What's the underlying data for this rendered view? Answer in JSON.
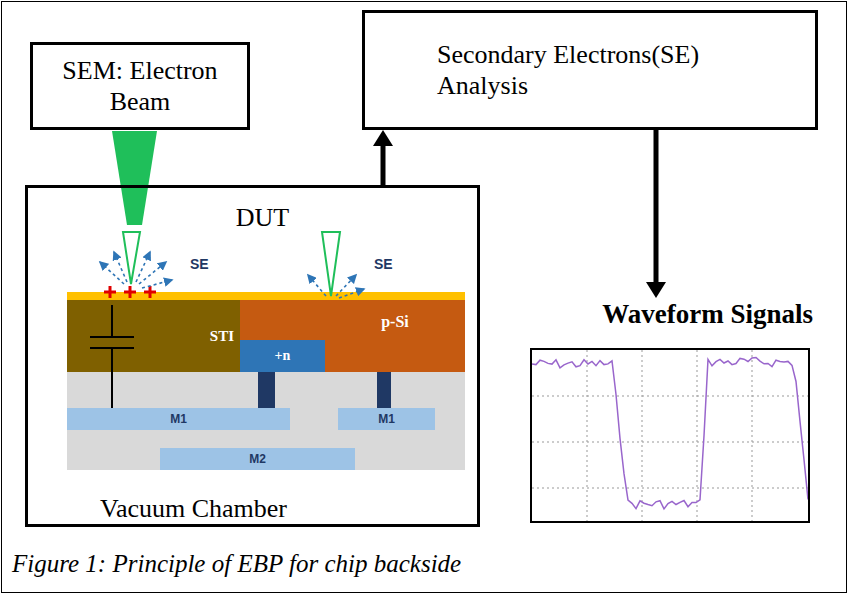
{
  "diagram": {
    "caption": "Figure 1: Principle of EBP for chip backside",
    "nodes": [
      {
        "text": [
          "SEM: Electron Beam"
        ]
      },
      {
        "text": [
          "Secondary Electrons(SE) Analysis"
        ]
      },
      {
        "text": [
          "DUT",
          "Vacuum Chamber"
        ]
      },
      {
        "text": [
          "STI"
        ],
        "in": 2
      },
      {
        "text": [
          "+n"
        ],
        "in": 2
      },
      {
        "text": [
          "p-Si"
        ],
        "in": 2
      },
      {
        "text": [
          "M1"
        ],
        "in": 2
      },
      {
        "text": [
          "M1"
        ],
        "in": 2
      },
      {
        "text": [
          "M2"
        ],
        "in": 2
      },
      {
        "text": [
          "Waveform Signals"
        ]
      }
    ],
    "edges": [
      {
        "from": 2,
        "to": 1,
        "arrow": "to"
      },
      {
        "from": 1,
        "to": 9,
        "arrow": "to"
      }
    ],
    "labels": [
      "SE",
      "SE"
    ]
  }
}
